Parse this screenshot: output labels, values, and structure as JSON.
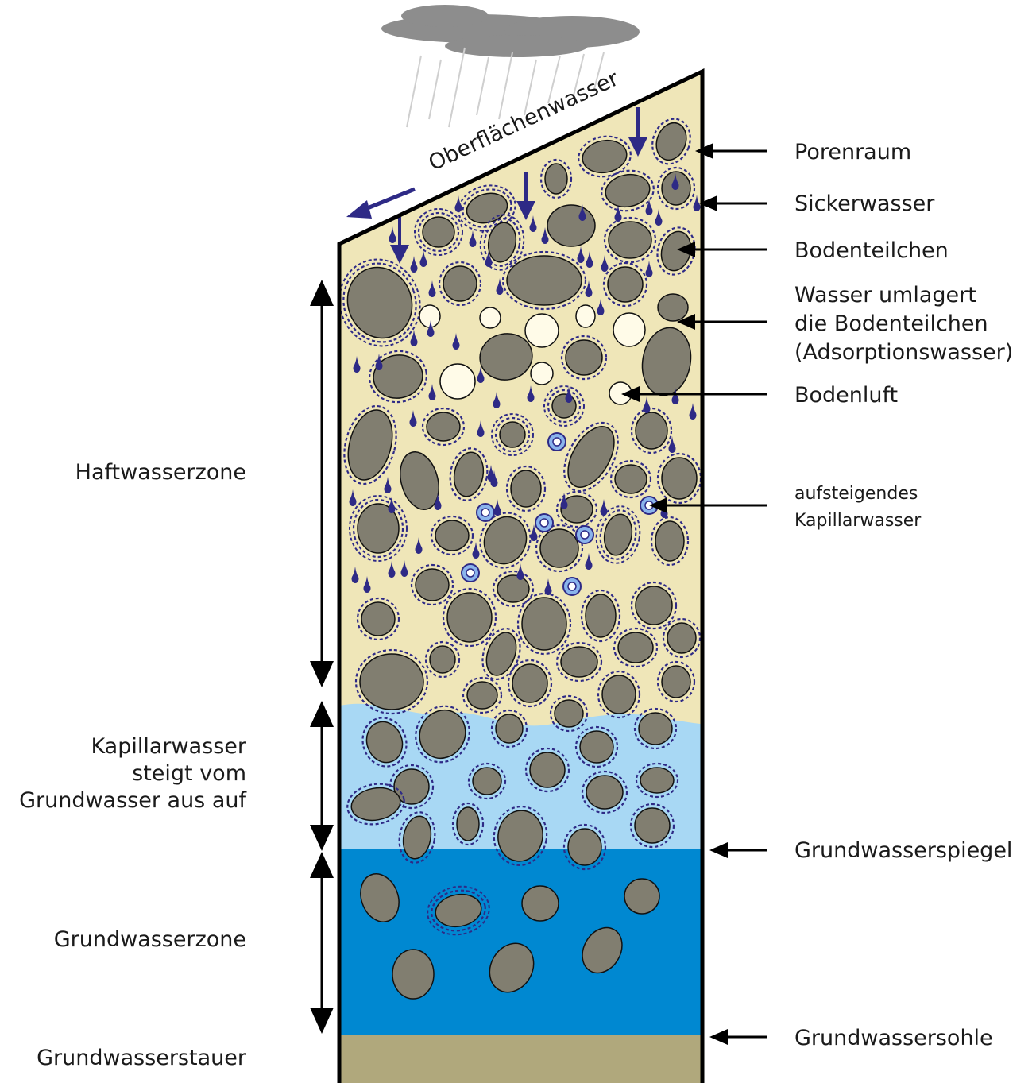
{
  "rain_label": "Oberflächenwasser",
  "zones": {
    "haftwasser": "Haftwasserzone",
    "kapillar_line1": "Kapillarwasser",
    "kapillar_line2": "steigt vom",
    "kapillar_line3": "Grundwasser aus auf",
    "grundwasser": "Grundwasserzone",
    "stauer": "Grundwasserstauer"
  },
  "right_labels": {
    "porenraum": "Porenraum",
    "sickerwasser": "Sickerwasser",
    "bodenteilchen": "Bodenteilchen",
    "adsorption_line1": "Wasser umlagert",
    "adsorption_line2": "die Bodenteilchen",
    "adsorption_line3": "(Adsorptionswasser)",
    "bodenluft": "Bodenluft",
    "kapillar_line1": "aufsteigendes",
    "kapillar_line2": "Kapillarwasser",
    "spiegel": "Grundwasserspiegel",
    "sohle": "Grundwassersohle"
  },
  "colors": {
    "soil": "#efe6b8",
    "capillary": "#a8d8f4",
    "groundwater": "#0088d1",
    "aquiclude": "#b0a87c",
    "particle": "#817e70",
    "water_drop": "#2e2a86",
    "cloud": "#8d8d8d"
  }
}
